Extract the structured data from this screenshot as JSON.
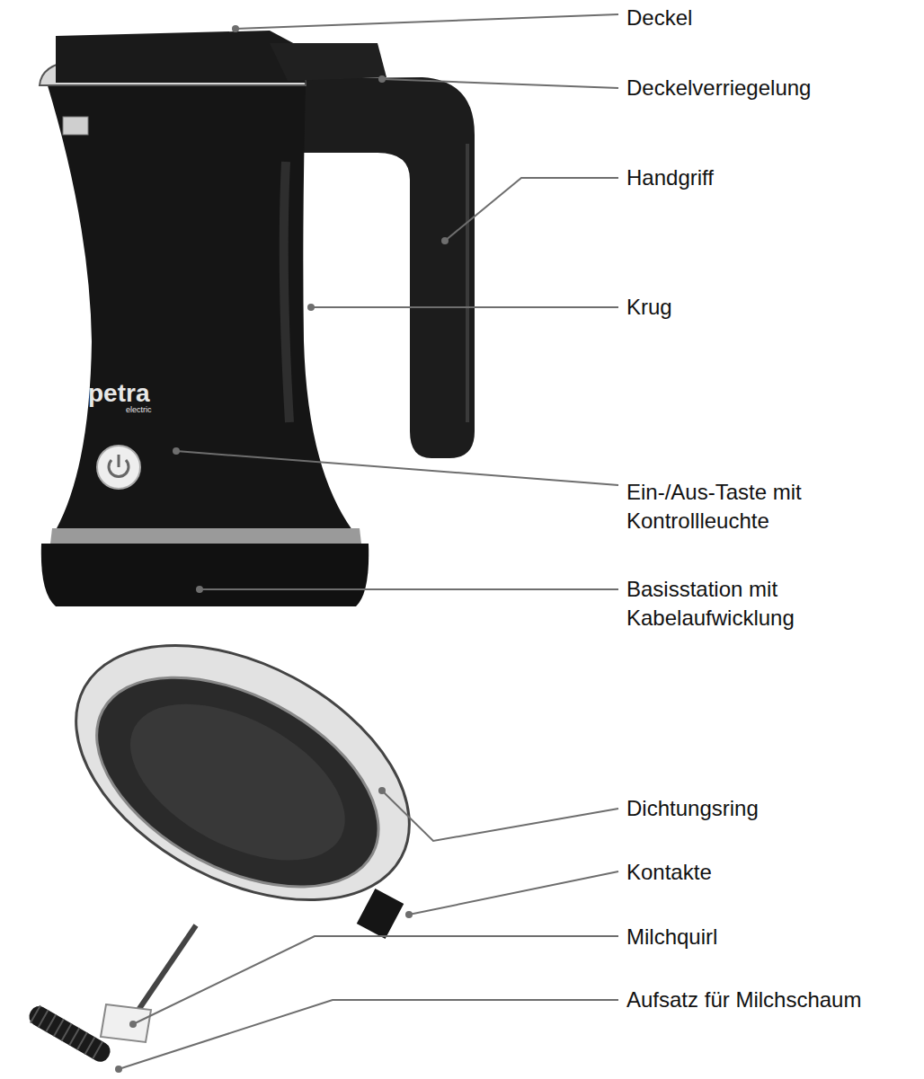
{
  "diagram": {
    "labels": [
      "Deckel",
      "Deckelverriegelung",
      "Handgriff",
      "Krug",
      "Ein-/Aus-Taste mit Kontrollleuchte",
      "Basisstation mit Kabelaufwicklung",
      "Dichtungsring",
      "Kontakte",
      "Milchquirl",
      "Aufsatz für Milchschaum",
      "petra",
      "electric"
    ]
  }
}
